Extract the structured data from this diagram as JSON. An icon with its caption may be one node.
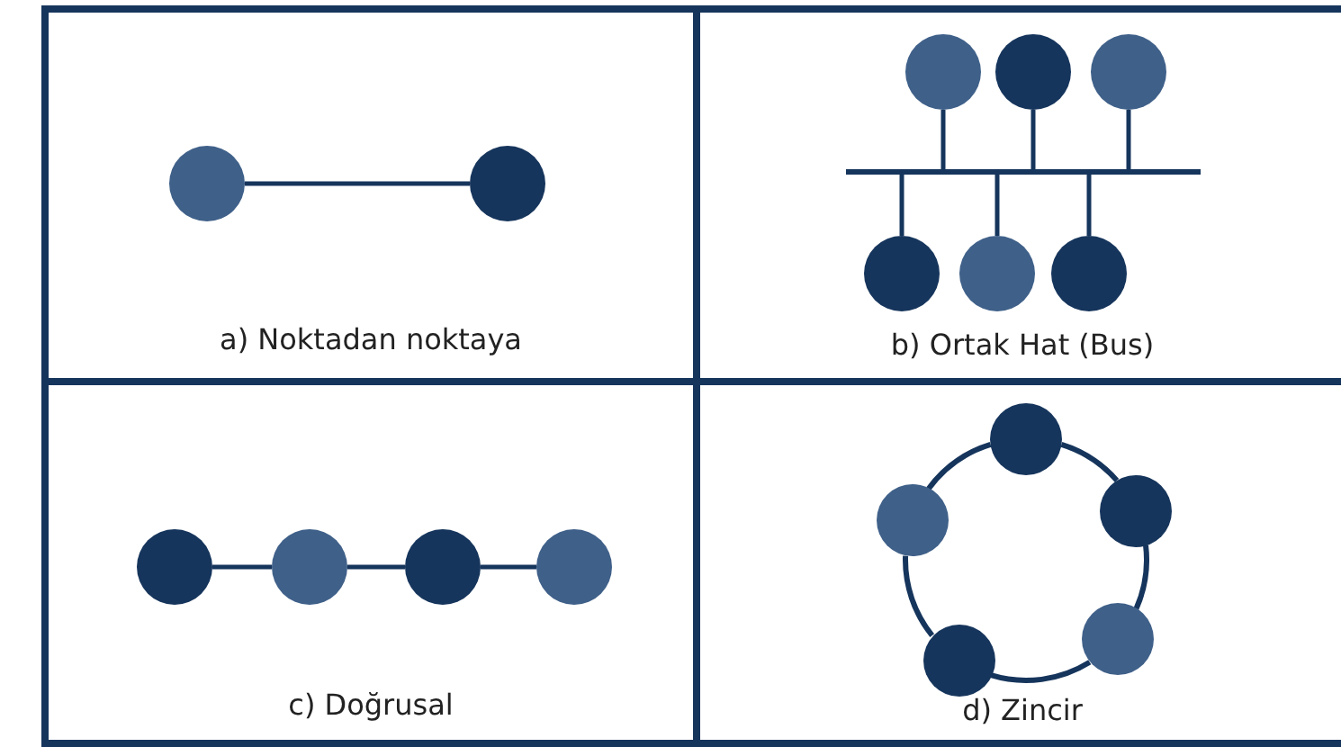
{
  "diagram": {
    "nodes": [
      {
        "text": [
          "a) Noktadan noktaya"
        ]
      },
      {
        "text": [],
        "shape": "circle",
        "in": 0
      },
      {
        "text": [],
        "shape": "circle",
        "in": 0
      },
      {
        "text": [
          "b) Ortak Hat (Bus)"
        ]
      },
      {
        "text": [],
        "shape": "circle",
        "in": 3
      },
      {
        "text": [],
        "shape": "circle",
        "in": 3
      },
      {
        "text": [],
        "shape": "circle",
        "in": 3
      },
      {
        "text": [],
        "shape": "bar",
        "in": 3
      },
      {
        "text": [],
        "shape": "circle",
        "in": 3
      },
      {
        "text": [],
        "shape": "circle",
        "in": 3
      },
      {
        "text": [],
        "shape": "circle",
        "in": 3
      },
      {
        "text": [
          "c) Doğrusal"
        ]
      },
      {
        "text": [],
        "shape": "circle",
        "in": 11
      },
      {
        "text": [],
        "shape": "circle",
        "in": 11
      },
      {
        "text": [],
        "shape": "circle",
        "in": 11
      },
      {
        "text": [],
        "shape": "circle",
        "in": 11
      },
      {
        "text": [
          "d) Zincir"
        ]
      },
      {
        "text": [],
        "shape": "circle",
        "in": 16
      },
      {
        "text": [],
        "shape": "circle",
        "in": 16
      },
      {
        "text": [],
        "shape": "circle",
        "in": 16
      },
      {
        "text": [],
        "shape": "circle",
        "in": 16
      },
      {
        "text": [],
        "shape": "circle",
        "in": 16
      }
    ],
    "edges": [
      {
        "from": 1,
        "to": 2,
        "arrow": "none"
      },
      {
        "from": 4,
        "to": 7,
        "arrow": "none"
      },
      {
        "from": 5,
        "to": 7,
        "arrow": "none"
      },
      {
        "from": 6,
        "to": 7,
        "arrow": "none"
      },
      {
        "from": 8,
        "to": 7,
        "arrow": "none"
      },
      {
        "from": 9,
        "to": 7,
        "arrow": "none"
      },
      {
        "from": 10,
        "to": 7,
        "arrow": "none"
      },
      {
        "from": 12,
        "to": 13,
        "arrow": "none"
      },
      {
        "from": 13,
        "to": 14,
        "arrow": "none"
      },
      {
        "from": 14,
        "to": 15,
        "arrow": "none"
      },
      {
        "from": 17,
        "to": 18,
        "arrow": "none"
      },
      {
        "from": 18,
        "to": 19,
        "arrow": "none"
      },
      {
        "from": 19,
        "to": 20,
        "arrow": "none"
      },
      {
        "from": 20,
        "to": 21,
        "arrow": "none"
      },
      {
        "from": 21,
        "to": 17,
        "arrow": "none"
      }
    ]
  }
}
